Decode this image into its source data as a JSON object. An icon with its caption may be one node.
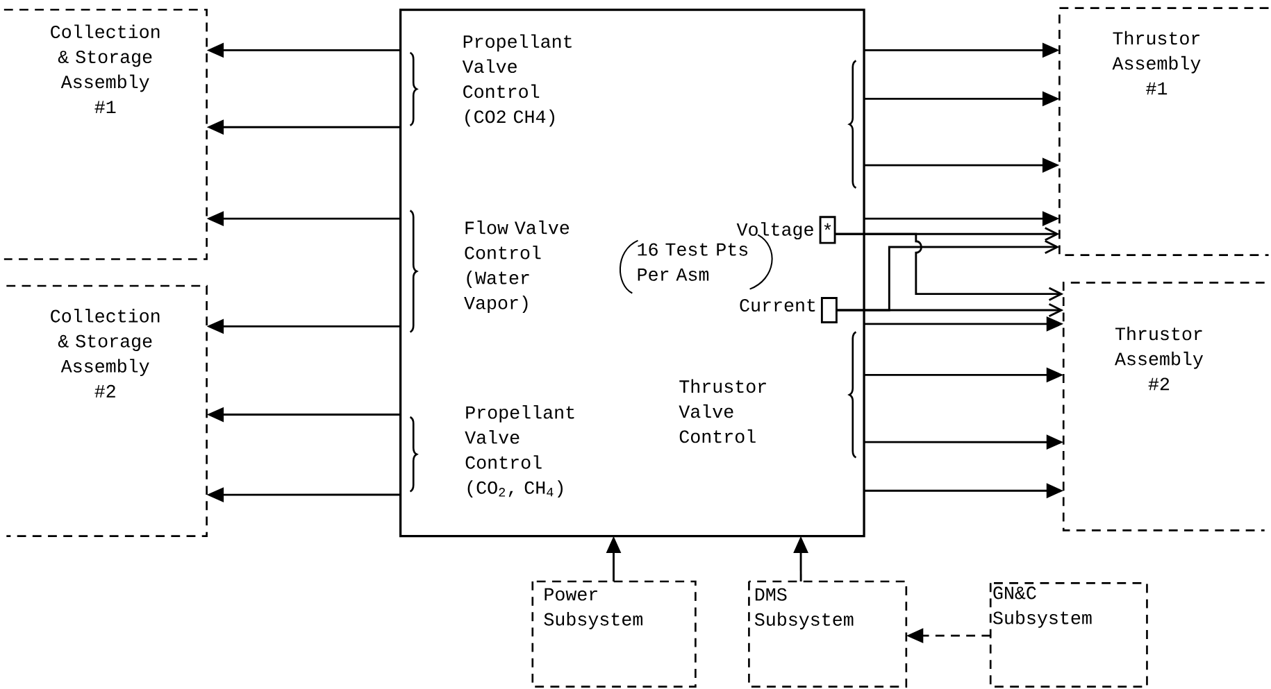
{
  "diagram": {
    "nodes": [
      {
        "text": [
          "Propellant Valve Control (CO2 CH4)",
          "Flow Valve Control (Water Vapor)",
          "16 Test Pts Per Asm",
          "Thrustor Valve Control",
          "Propellant Valve Control (CO$_{2}$, CH$_{4}$)"
        ]
      },
      {
        "text": [
          "Collection & Storage Assembly #1"
        ]
      },
      {
        "text": [
          "Collection & Storage Assembly #2"
        ]
      },
      {
        "text": [
          "Thrustor Assembly #1"
        ]
      },
      {
        "text": [
          "Thrustor Assembly #2"
        ]
      },
      {
        "text": [
          "*"
        ],
        "in": 0,
        "beside": [
          "Voltage"
        ]
      },
      {
        "text": [],
        "shape": "box",
        "in": 0,
        "beside": [
          "Current"
        ]
      },
      {
        "text": [
          "Power Subsystem"
        ]
      },
      {
        "text": [
          "DMS Subsystem"
        ]
      },
      {
        "text": [
          "GN&C Subsystem"
        ]
      }
    ],
    "edges": [
      {
        "from": 0,
        "to": 1,
        "arrow": "to"
      },
      {
        "from": 0,
        "to": 1,
        "arrow": "to"
      },
      {
        "from": 0,
        "to": 1,
        "arrow": "to"
      },
      {
        "from": 0,
        "to": 2,
        "arrow": "to"
      },
      {
        "from": 0,
        "to": 2,
        "arrow": "to"
      },
      {
        "from": 0,
        "to": 2,
        "arrow": "to"
      },
      {
        "from": 0,
        "to": 3,
        "arrow": "to"
      },
      {
        "from": 0,
        "to": 3,
        "arrow": "to"
      },
      {
        "from": 0,
        "to": 3,
        "arrow": "to"
      },
      {
        "from": 0,
        "to": 3,
        "arrow": "to"
      },
      {
        "from": 5,
        "to": 3,
        "arrow": "to"
      },
      {
        "from": 6,
        "to": 3,
        "arrow": "to"
      },
      {
        "from": 5,
        "to": 4,
        "arrow": "to"
      },
      {
        "from": 6,
        "to": 4,
        "arrow": "to"
      },
      {
        "from": 0,
        "to": 4,
        "arrow": "to"
      },
      {
        "from": 0,
        "to": 4,
        "arrow": "to"
      },
      {
        "from": 0,
        "to": 4,
        "arrow": "to"
      },
      {
        "from": 0,
        "to": 4,
        "arrow": "to"
      },
      {
        "from": 7,
        "to": 0,
        "arrow": "to"
      },
      {
        "from": 8,
        "to": 0,
        "arrow": "to"
      },
      {
        "from": 9,
        "to": 8,
        "arrow": "to",
        "style": "dashed"
      }
    ]
  }
}
